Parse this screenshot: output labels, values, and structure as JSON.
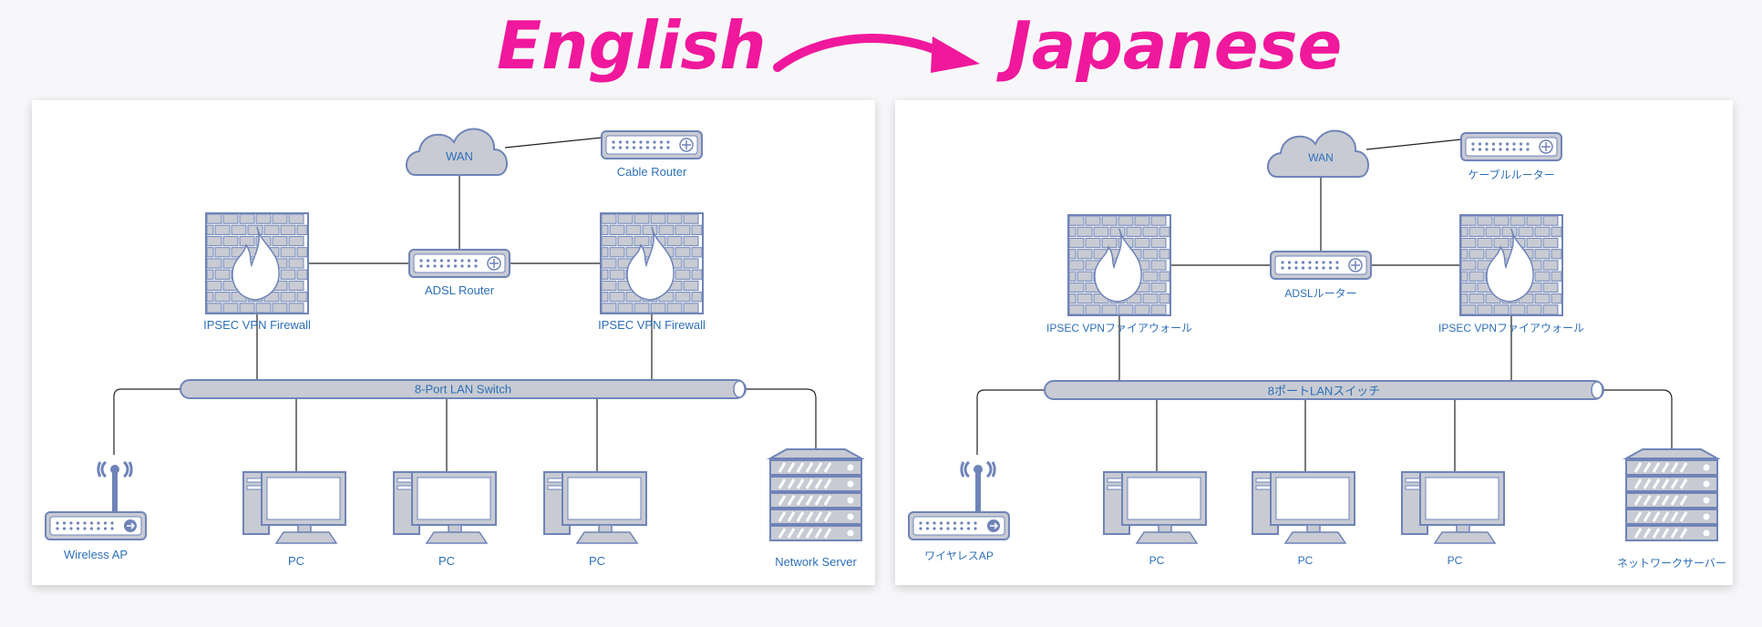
{
  "title": {
    "source_language": "English",
    "target_language": "Japanese"
  },
  "colors": {
    "heading": "#f0189c",
    "device_fill": "#c8cbd3",
    "device_stroke": "#6f84b8",
    "label": "#2d6fb7"
  },
  "panels": {
    "english": {
      "wan": "WAN",
      "cable_router": "Cable Router",
      "adsl_router": "ADSL Router",
      "firewall_left": "IPSEC VPN Firewall",
      "firewall_right": "IPSEC VPN Firewall",
      "lan_switch": "8-Port LAN Switch",
      "wireless_ap": "Wireless AP",
      "pc_1": "PC",
      "pc_2": "PC",
      "pc_3": "PC",
      "network_server": "Network Server"
    },
    "japanese": {
      "wan": "WAN",
      "cable_router": "ケーブルルーター",
      "adsl_router": "ADSLルーター",
      "firewall_left": "IPSEC VPNファイアウォール",
      "firewall_right": "IPSEC VPNファイアウォール",
      "lan_switch": "8ポートLANスイッチ",
      "wireless_ap": "ワイヤレスAP",
      "pc_1": "PC",
      "pc_2": "PC",
      "pc_3": "PC",
      "network_server": "ネットワークサーバー"
    }
  }
}
